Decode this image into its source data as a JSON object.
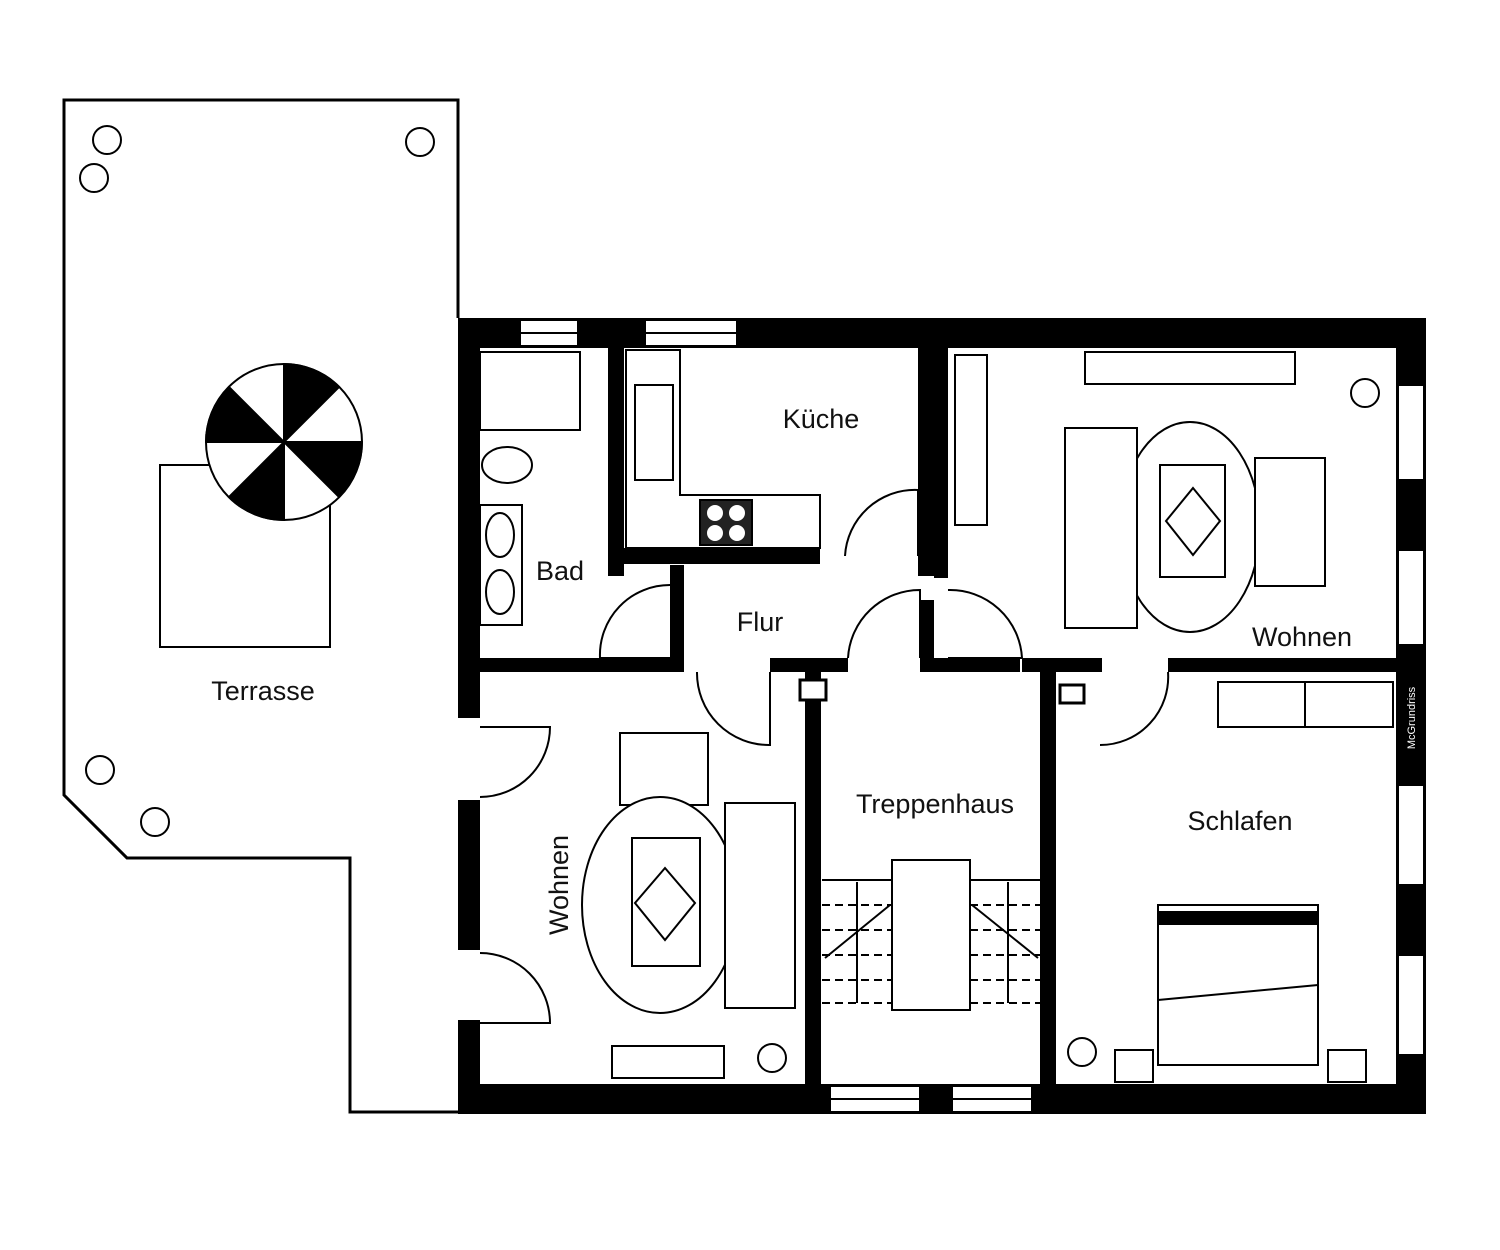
{
  "rooms": {
    "terrace": "Terrasse",
    "kitchen": "Küche",
    "bath": "Bad",
    "hall": "Flur",
    "living_right": "Wohnen",
    "living_left": "Wohnen",
    "stairwell": "Treppenhaus",
    "bedroom": "Schlafen"
  },
  "watermark": "McGrundriss"
}
